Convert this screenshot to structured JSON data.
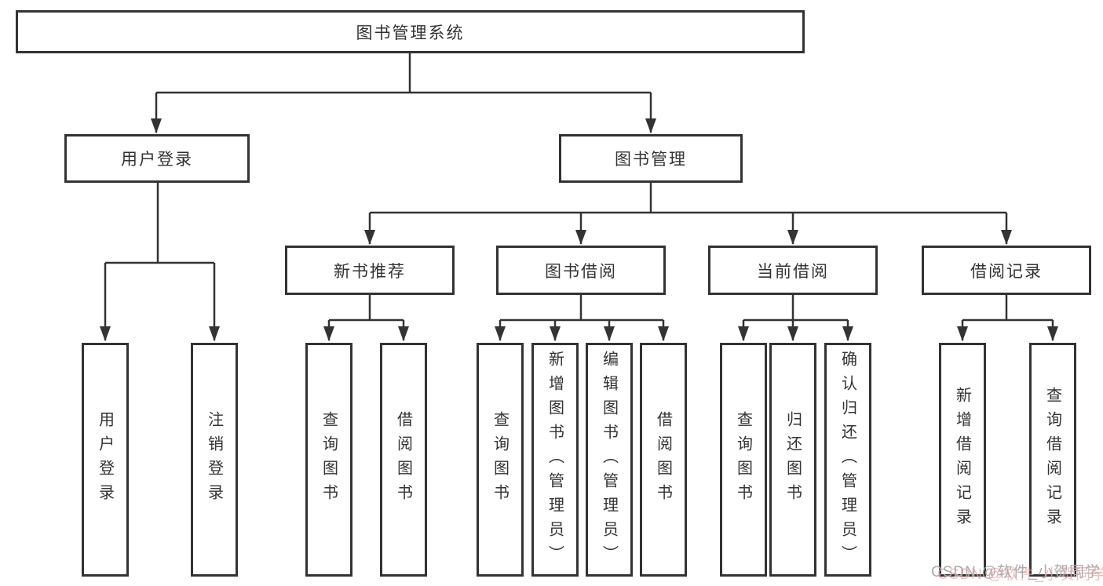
{
  "tree": {
    "root": "图书管理系统",
    "level2": [
      {
        "label": "用户登录",
        "children": [
          "用户登录",
          "注销登录"
        ]
      },
      {
        "label": "图书管理",
        "sections": [
          {
            "label": "新书推荐",
            "children": [
              "查询图书",
              "借阅图书"
            ]
          },
          {
            "label": "图书借阅",
            "children": [
              "查询图书",
              "新增图书（管理员）",
              "编辑图书（管理员）",
              "借阅图书"
            ]
          },
          {
            "label": "当前借阅",
            "children": [
              "查询图书",
              "归还图书",
              "确认归还（管理员）"
            ]
          },
          {
            "label": "借阅记录",
            "children": [
              "新增借阅记录",
              "查询借阅记录"
            ]
          }
        ]
      }
    ]
  },
  "watermark": {
    "text": "CSDN @软件_小贺同学"
  },
  "colors": {
    "line": "#333333",
    "box_border": "#333333",
    "box_fill": "#ffffff",
    "text": "#333333",
    "watermark_gray": "#ababab",
    "watermark_pink": "#f3a6a6",
    "background": "#ffffff"
  }
}
